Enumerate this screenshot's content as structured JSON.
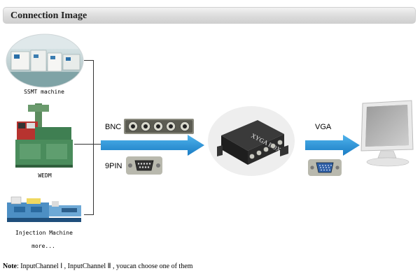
{
  "header": {
    "title": "Connection Image"
  },
  "machines": [
    {
      "label": "SSMT machine"
    },
    {
      "label": "WEDM"
    },
    {
      "label": "Injection Machine"
    },
    {
      "label": "more..."
    }
  ],
  "connectors": {
    "bnc_label": "BNC",
    "ninepin_label": "9PIN",
    "vga_label": "VGA"
  },
  "device": {
    "brand_text": "XYGA BOX"
  },
  "note": {
    "prefix": "Note",
    "text": ": InputChannel Ⅰ , InputChannel Ⅱ , youcan choose one of them"
  },
  "colors": {
    "arrow_blue": "#1f8fd6",
    "device_body": "#2a2a2a",
    "header_bg": "#dcdcdc"
  }
}
